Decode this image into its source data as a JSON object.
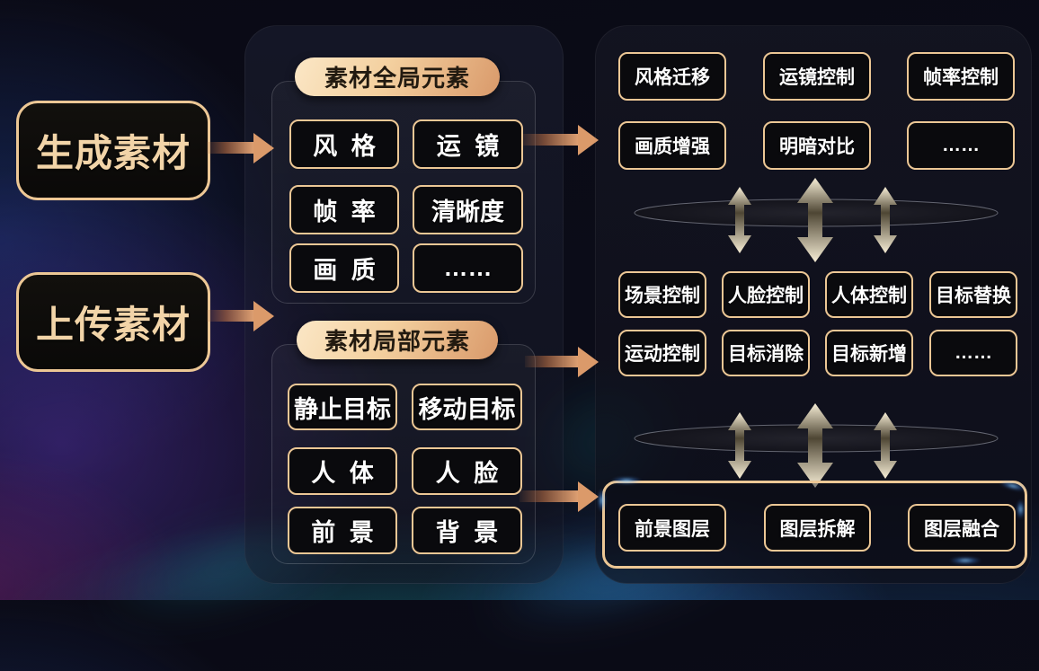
{
  "diagram": {
    "inputs": [
      {
        "label": "生成素材"
      },
      {
        "label": "上传素材"
      }
    ],
    "material_elements": {
      "global": {
        "title": "素材全局元素",
        "items": [
          "风 格",
          "运 镜",
          "帧 率",
          "清晰度",
          "画 质",
          "……"
        ]
      },
      "local": {
        "title": "素材局部元素",
        "items": [
          "静止目标",
          "移动目标",
          "人 体",
          "人 脸",
          "前 景",
          "背 景"
        ]
      }
    },
    "capabilities": {
      "global_ops": [
        "风格迁移",
        "运镜控制",
        "帧率控制",
        "画质增强",
        "明暗对比",
        "……"
      ],
      "local_ops": [
        "场景控制",
        "人脸控制",
        "人体控制",
        "目标替换",
        "运动控制",
        "目标消除",
        "目标新增",
        "……"
      ],
      "layer_ops": [
        "前景图层",
        "图层拆解",
        "图层融合"
      ]
    }
  },
  "colors": {
    "gold_border": "#ecc795",
    "arrow_orange": "#db9a6a",
    "pill_light": "#fbe7c6",
    "pill_dark": "#d9996a",
    "node_bg": "#0a0a0d",
    "node_text": "#ffffff",
    "input_text": "#f2d4a8",
    "glow_cyan": "#6ec8ff"
  }
}
